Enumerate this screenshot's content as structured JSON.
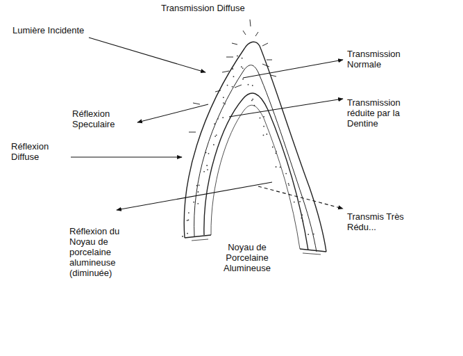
{
  "diagram": {
    "labels": [
      "Transmission Diffuse",
      "Lumière Incidente",
      "Transmission Normale",
      "Réflexion Speculaire",
      "Transmission réduite par la Dentine",
      "Réflexion Diffuse",
      "Transmis Très Rédu...",
      "Réflexion du Noyau de porcelaine alumineuse (diminuée)",
      "Noyau de Porcelaine Alumineuse"
    ]
  }
}
